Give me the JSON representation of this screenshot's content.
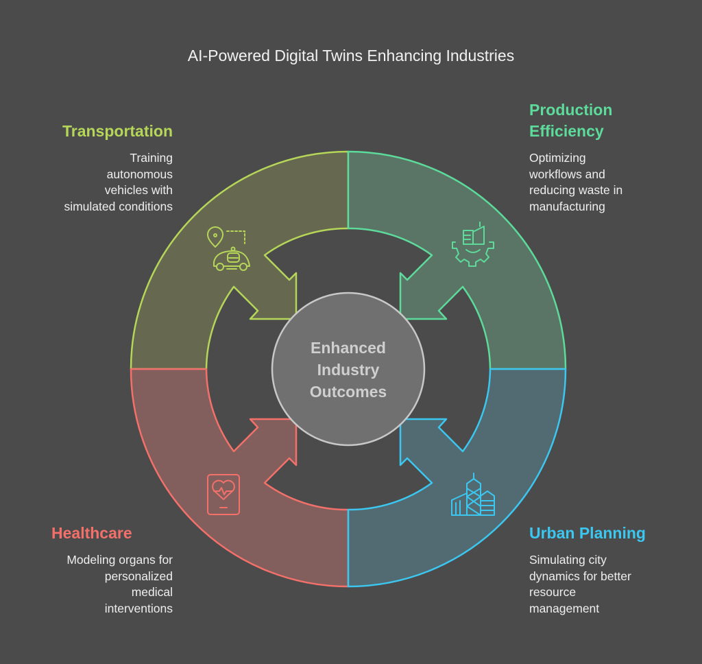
{
  "title": "AI-Powered Digital Twins Enhancing Industries",
  "center": {
    "lines": [
      "Enhanced",
      "Industry",
      "Outcomes"
    ]
  },
  "colors": {
    "background": "#4b4b4b",
    "transportation": "#b6d65a",
    "production": "#5ddb9b",
    "healthcare": "#f3716a",
    "urban": "#3cc7f0"
  },
  "sections": {
    "transportation": {
      "heading": [
        "Transportation"
      ],
      "body": [
        "Training",
        "autonomous",
        "vehicles with",
        "simulated conditions"
      ],
      "icon": "autonomous-car-icon"
    },
    "production": {
      "heading": [
        "Production",
        "Efficiency"
      ],
      "body": [
        "Optimizing",
        "workflows and",
        "reducing waste in",
        "manufacturing"
      ],
      "icon": "factory-gear-icon"
    },
    "healthcare": {
      "heading": [
        "Healthcare"
      ],
      "body": [
        "Modeling organs for",
        "personalized",
        "medical",
        "interventions"
      ],
      "icon": "heart-tablet-icon"
    },
    "urban": {
      "heading": [
        "Urban Planning"
      ],
      "body": [
        "Simulating city",
        "dynamics for better",
        "resource",
        "management"
      ],
      "icon": "city-buildings-icon"
    }
  }
}
